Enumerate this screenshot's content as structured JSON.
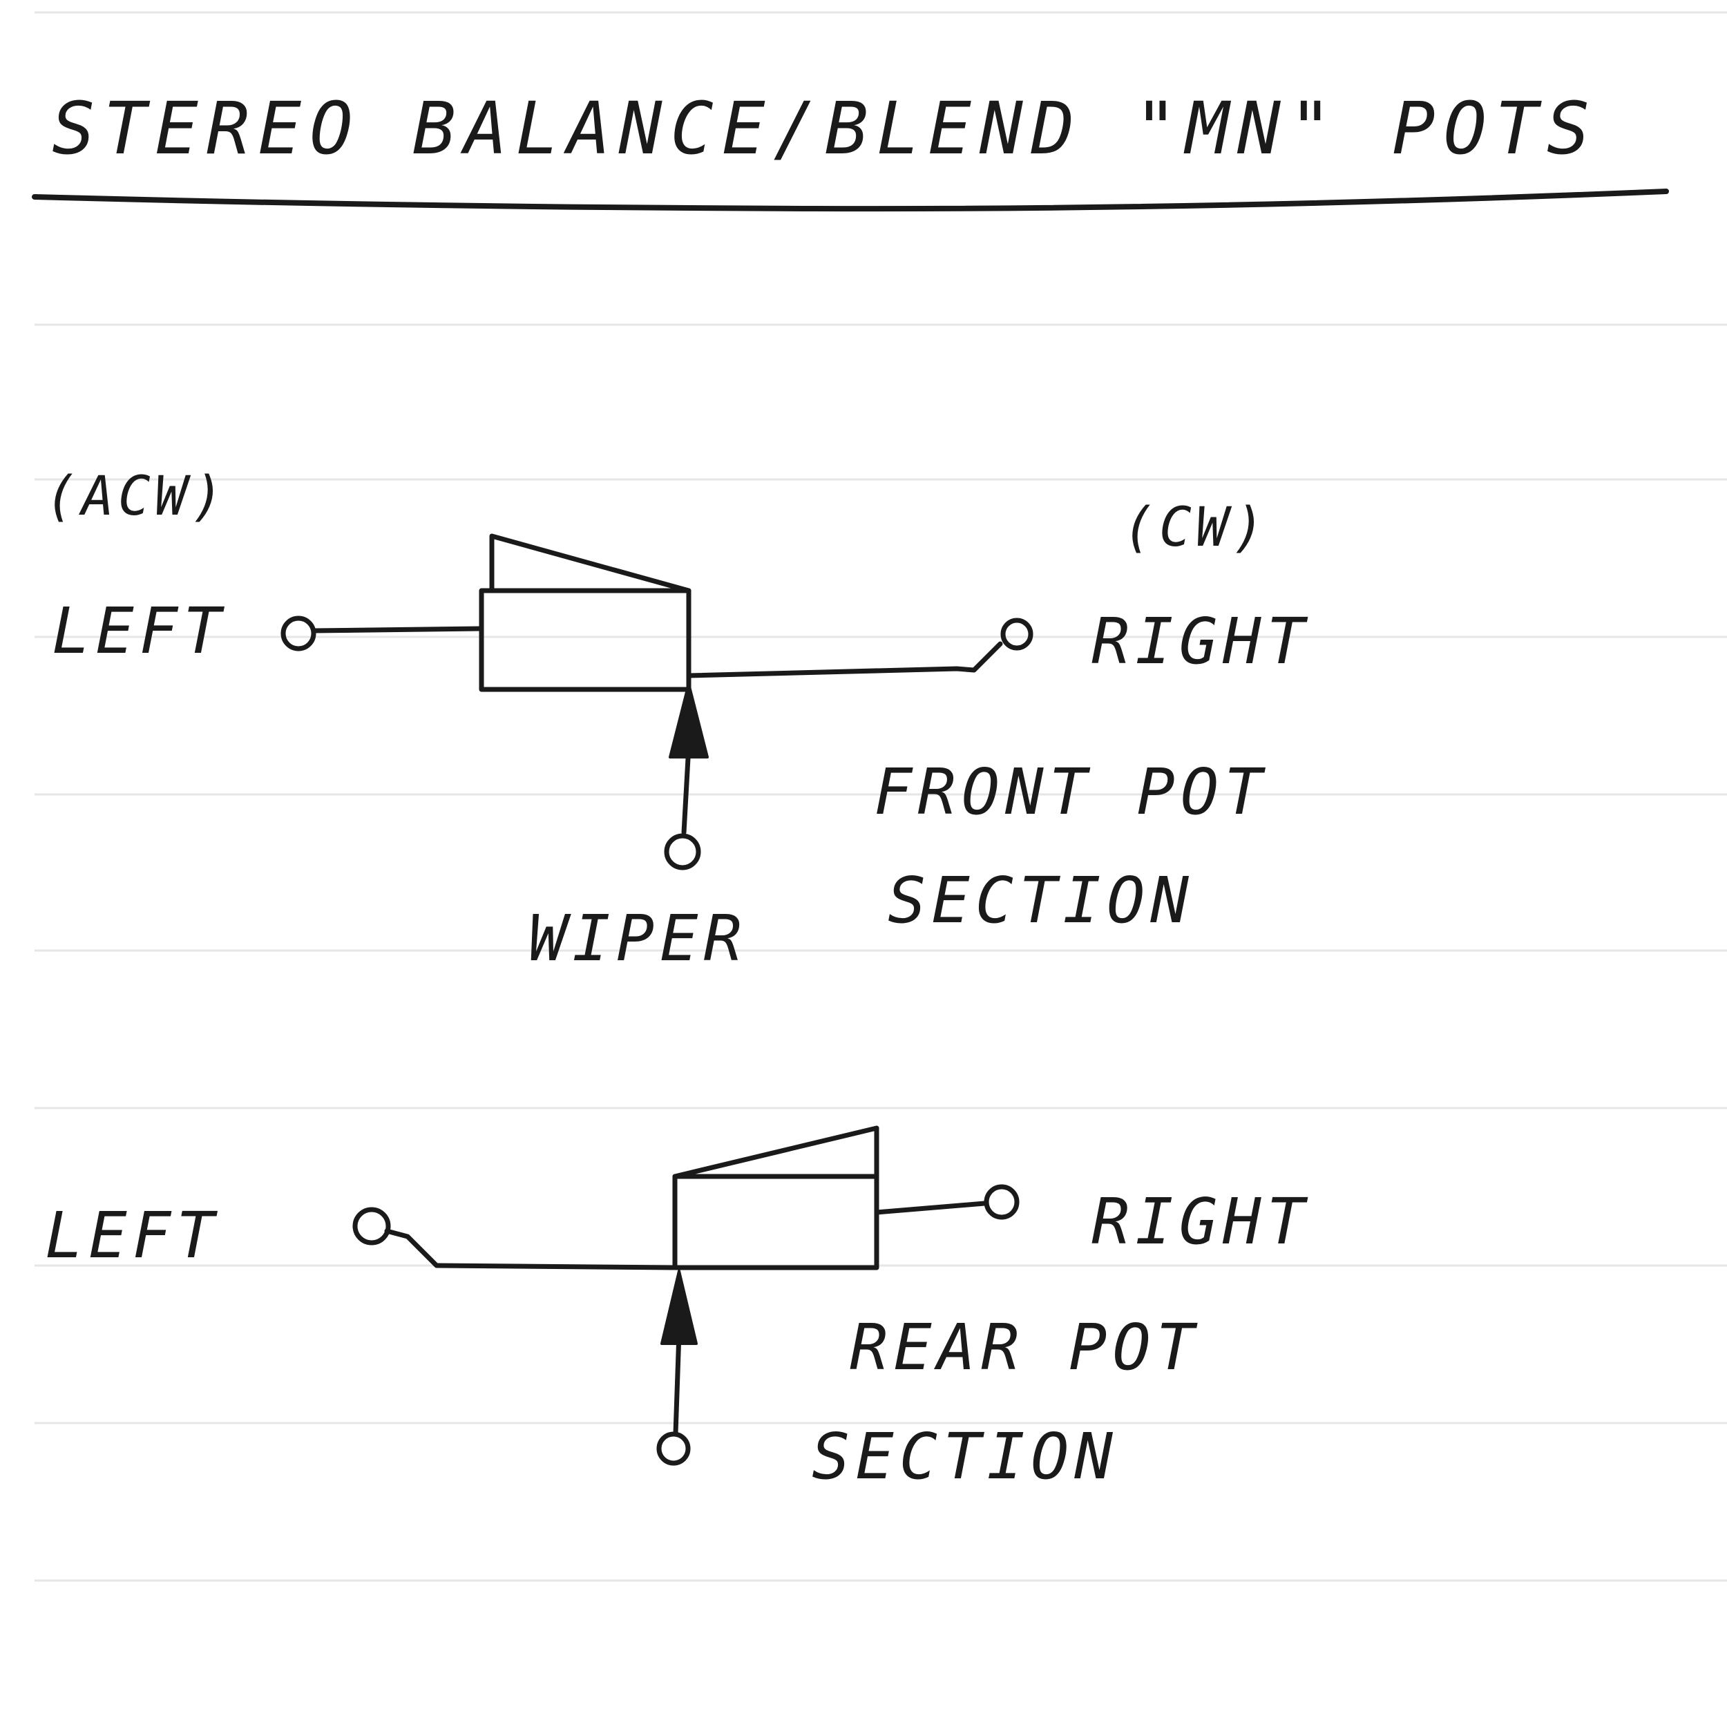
{
  "title": "STEREO BALANCE/BLEND \"MN\" POTS",
  "front": {
    "acw_note": "(ACW)",
    "cw_note": "(CW)",
    "left_label": "LEFT",
    "right_label": "RIGHT",
    "wiper_label": "WIPER",
    "caption_line1": "FRONT POT",
    "caption_line2": "SECTION"
  },
  "rear": {
    "left_label": "LEFT",
    "right_label": "RIGHT",
    "caption_line1": "REAR POT",
    "caption_line2": "SECTION"
  },
  "colors": {
    "ink": "#1a1a1a",
    "paper": "#ffffff",
    "ruling": "#e6e6e6"
  }
}
